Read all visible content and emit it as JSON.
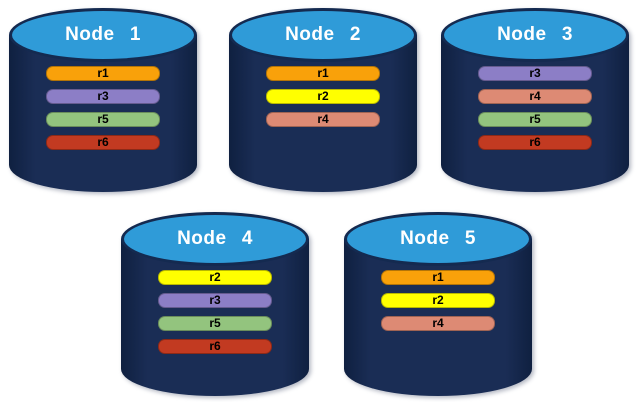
{
  "diagram": {
    "kind": "database-replica-distribution",
    "background": "#ffffff"
  },
  "colors": {
    "cylinder_body": "#1a2d55",
    "cylinder_body_edge": "#0f2040",
    "cylinder_top_fill": "#2f9bd8",
    "cylinder_outline": "#142a50",
    "title_text": "#ffffff",
    "bar_text": "#000000",
    "replicas": {
      "r1": "#f9a10a",
      "r2": "#ffff00",
      "r3": "#8c7ec6",
      "r4": "#dd8a74",
      "r5": "#93c47e",
      "r6": "#c23a21"
    }
  },
  "nodes": [
    {
      "label": "Node 1",
      "replicas": [
        "r1",
        "r3",
        "r5",
        "r6"
      ]
    },
    {
      "label": "Node 2",
      "replicas": [
        "r1",
        "r2",
        "r4"
      ]
    },
    {
      "label": "Node 3",
      "replicas": [
        "r3",
        "r4",
        "r5",
        "r6"
      ]
    },
    {
      "label": "Node 4",
      "replicas": [
        "r2",
        "r3",
        "r5",
        "r6"
      ]
    },
    {
      "label": "Node 5",
      "replicas": [
        "r1",
        "r2",
        "r4"
      ]
    }
  ]
}
